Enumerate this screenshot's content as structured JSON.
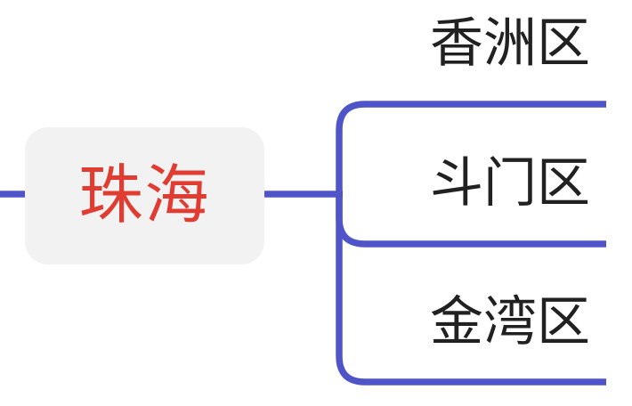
{
  "canvas": {
    "background_color": "#ffffff"
  },
  "colors": {
    "branch_line": "#4f55c9",
    "root_text": "#e03c31",
    "root_bg": "#f2f2f2",
    "child_text": "#212121"
  },
  "mindmap": {
    "root": {
      "label": "珠海"
    },
    "children": [
      {
        "label": "香洲区"
      },
      {
        "label": "斗门区"
      },
      {
        "label": "金湾区"
      }
    ]
  }
}
